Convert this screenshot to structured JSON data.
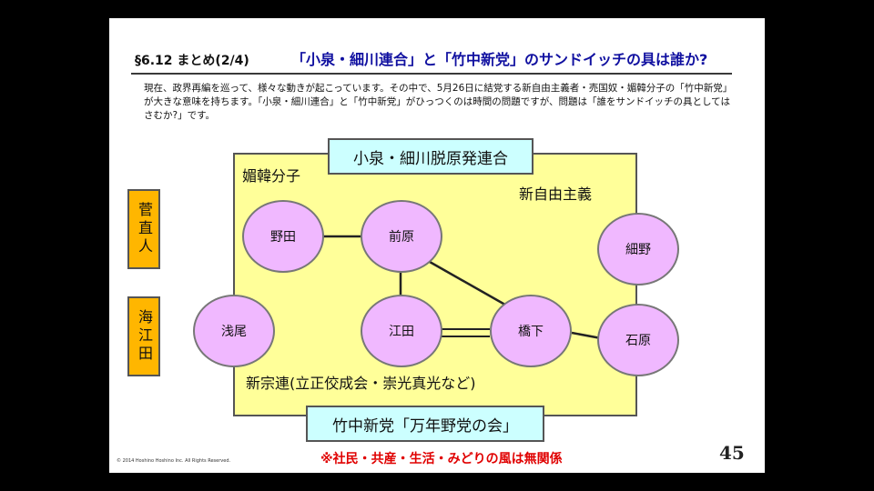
{
  "header": {
    "section": "§6.12 まとめ(2/4)",
    "title": "「小泉・細川連合」と「竹中新党」のサンドイッチの具は誰か?"
  },
  "body_text": "現在、政界再編を巡って、様々な動きが起こっています。その中で、5月26日に結党する新自由主義者・売国奴・媚韓分子の「竹中新党」が大きな意味を持ちます。「小泉・細川連合」と「竹中新党」がひっつくのは時間の問題ですが、問題は「誰をサンドイッチの具としてはさむか?」です。",
  "diagram": {
    "top_label": "小泉・細川脱原発連合",
    "bottom_label": "竹中新党「万年野党の会」",
    "group_labels": {
      "pro_korea": "媚韓分子",
      "neoliberal": "新自由主義",
      "religion": "新宗連(立正佼成会・崇光真光など)"
    },
    "side_boxes": [
      "菅直人",
      "海江田"
    ],
    "nodes": {
      "noda": "野田",
      "maehara": "前原",
      "hosono": "細野",
      "asao": "浅尾",
      "eda": "江田",
      "hashimoto": "橋下",
      "ishihara": "石原"
    },
    "colors": {
      "main_area": "#ffff99",
      "label_box": "#ccffff",
      "node": "#f0b8ff",
      "side_box": "#ffb600"
    }
  },
  "footer": {
    "note": "※社民・共産・生活・みどりの風は無関係",
    "page_number": "45",
    "copyright": "© 2014 Hoshino Hoshino Inc. All Rights Reserved."
  }
}
